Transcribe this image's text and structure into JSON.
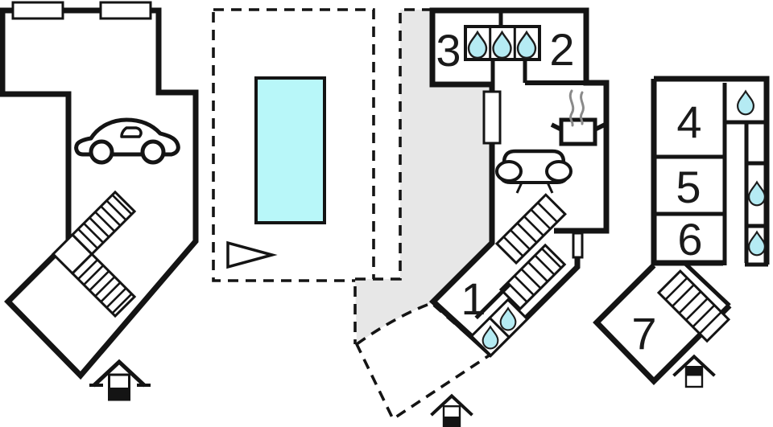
{
  "plan_title": "floor-plan",
  "colors": {
    "wall": "#141414",
    "pool": "#b8f7f9",
    "drop": "#b5ebf3",
    "ground": "#e7e7e7",
    "terrace": "#b9b9b9",
    "steam": "#8a8a8a",
    "paper": "#ffffff"
  },
  "rooms": [
    {
      "label": "1"
    },
    {
      "label": "2"
    },
    {
      "label": "3"
    },
    {
      "label": "4"
    },
    {
      "label": "5"
    },
    {
      "label": "6"
    },
    {
      "label": "7"
    }
  ],
  "icons": {
    "drop": "teardrop shape (shower/bath)",
    "car": "car outline (garage)",
    "stairs": "hatched flight of steps",
    "entrance": "house-shaped entrance marker",
    "pool_arrow": "triangle marker beside pool",
    "sofa": "sofa outline",
    "pot": "cooking pot with steam (kitchen)",
    "window": "white rectangle in wall"
  }
}
